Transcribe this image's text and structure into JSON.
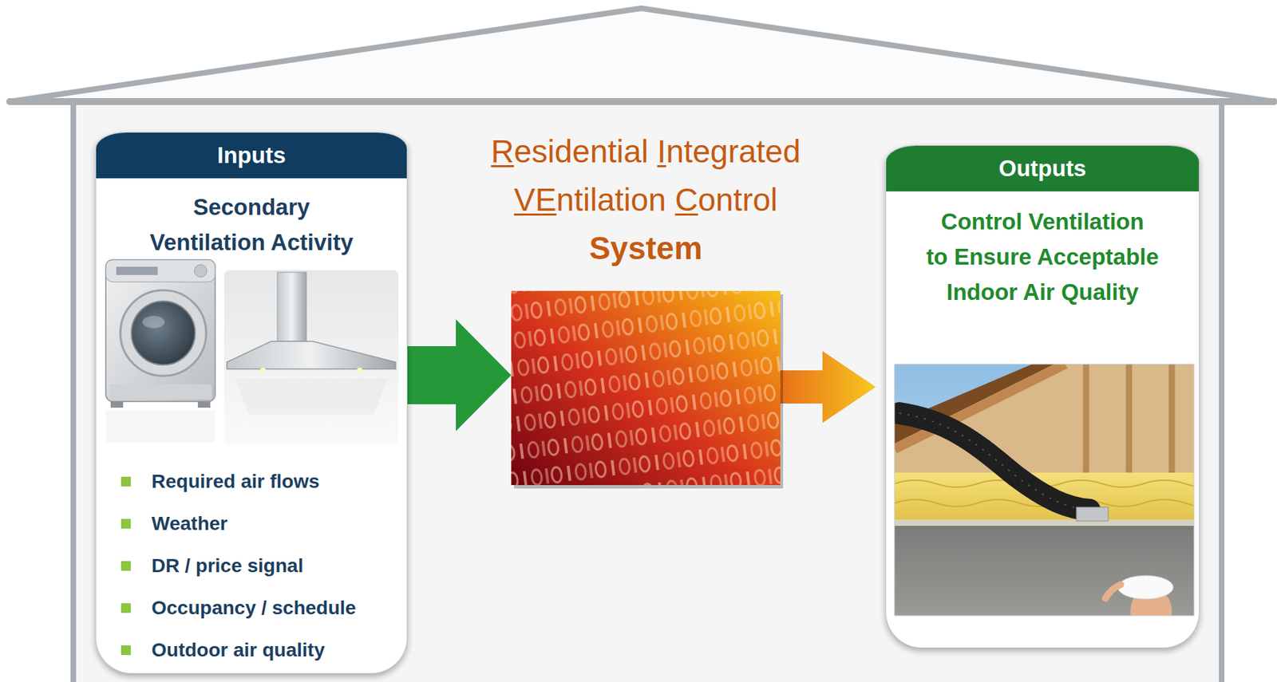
{
  "diagram": {
    "nodes": [
      {
        "text": [
          "Inputs",
          "Secondary Ventilation Activity",
          "Required air flows",
          "Weather",
          "DR / price signal",
          "Occupancy / schedule",
          "Outdoor air quality"
        ]
      },
      {
        "text": [
          "Residential Integrated VEntilation Control System"
        ]
      },
      {
        "text": [
          "Outputs",
          "Control Ventilation to Ensure Acceptable Indoor Air Quality"
        ]
      }
    ],
    "edges": [
      {
        "from": 0,
        "to": 1,
        "arrow": "to"
      },
      {
        "from": 1,
        "to": 2,
        "arrow": "to"
      }
    ]
  }
}
